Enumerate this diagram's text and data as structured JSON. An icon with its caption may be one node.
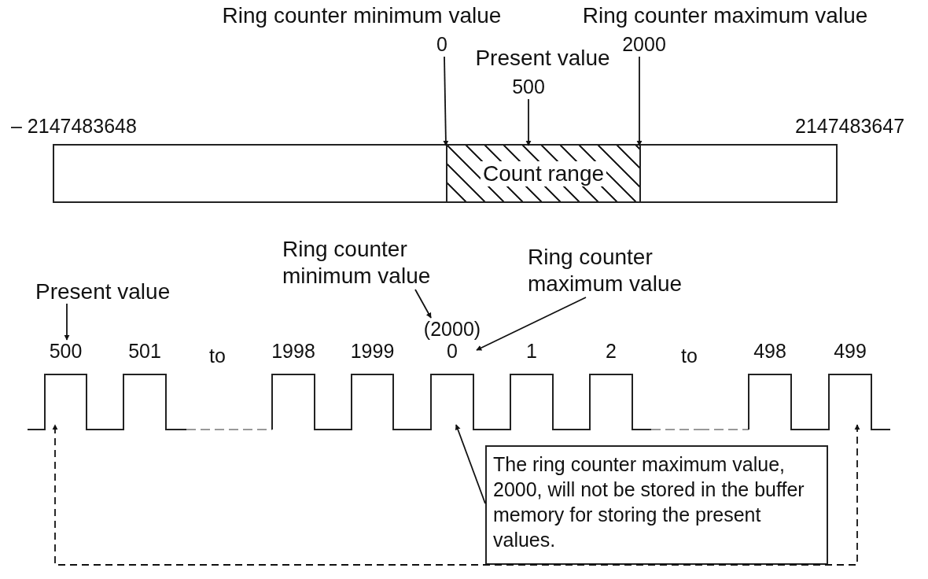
{
  "diagram": {
    "nodes": [
      {
        "text": [
          "Ring counter minimum value",
          "0"
        ]
      },
      {
        "text": [
          "Present value",
          "500"
        ]
      },
      {
        "text": [
          "Ring counter maximum value",
          "2000"
        ]
      },
      {
        "text": [],
        "shape": "bar",
        "beside": [
          "– 2147483648",
          "2147483647"
        ]
      },
      {
        "text": [
          "Count range"
        ],
        "in": 3
      },
      {
        "text": [
          "Present value"
        ]
      },
      {
        "text": [
          "Ring counter minimum value"
        ]
      },
      {
        "text": [
          "Ring counter maximum value"
        ]
      },
      {
        "text": [
          "500"
        ]
      },
      {
        "text": [
          "501"
        ]
      },
      {
        "text": [
          "1998"
        ]
      },
      {
        "text": [
          "1999"
        ]
      },
      {
        "text": [
          "(2000)",
          "0"
        ]
      },
      {
        "text": [
          "1"
        ]
      },
      {
        "text": [
          "2"
        ]
      },
      {
        "text": [
          "498"
        ]
      },
      {
        "text": [
          "499"
        ]
      },
      {
        "text": [
          "The ring counter maximum value, 2000, will not be stored in the buffer memory for storing the present values."
        ]
      }
    ],
    "edges": [
      {
        "from": 0,
        "to": 4,
        "arrow": "to"
      },
      {
        "from": 1,
        "to": 4,
        "arrow": "to"
      },
      {
        "from": 2,
        "to": 4,
        "arrow": "to"
      },
      {
        "from": 5,
        "to": 8,
        "arrow": "to"
      },
      {
        "from": 6,
        "to": 12,
        "arrow": "to"
      },
      {
        "from": 7,
        "to": 12,
        "arrow": "to"
      },
      {
        "from": 17,
        "to": 12,
        "arrow": "to"
      },
      {
        "from": 16,
        "to": 8,
        "arrow": "both",
        "style": "dashed"
      }
    ],
    "labels": [
      "to",
      "to"
    ]
  }
}
